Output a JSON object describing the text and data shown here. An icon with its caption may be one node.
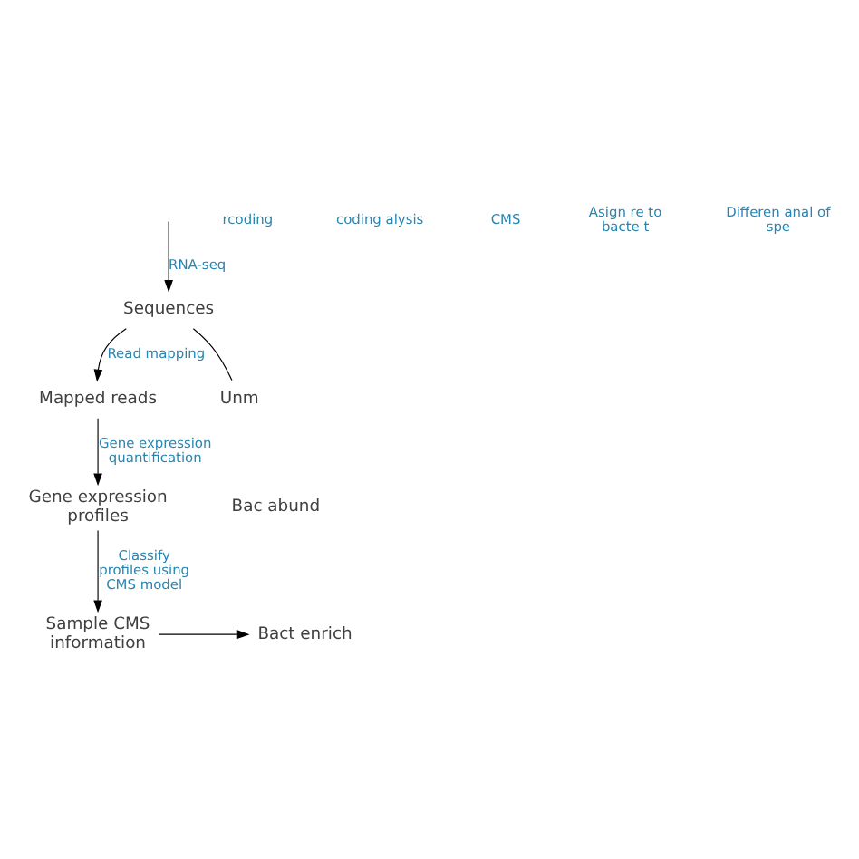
{
  "diagram": {
    "nodes": [
      {
        "text": [
          "Sequences"
        ]
      },
      {
        "text": [
          "Mapped reads"
        ]
      },
      {
        "text": [
          "Unm"
        ]
      },
      {
        "text": [
          "Gene expression profiles"
        ]
      },
      {
        "text": [
          "Bac abund"
        ]
      },
      {
        "text": [
          "Sample CMS information"
        ]
      },
      {
        "text": [
          "Bact enrich"
        ]
      }
    ],
    "edges": [
      {
        "from": null,
        "to": 0,
        "arrow": "to",
        "label": "RNA-seq"
      },
      {
        "from": 0,
        "to": 1,
        "arrow": "to",
        "label": "Read mapping"
      },
      {
        "from": 0,
        "to": 2,
        "arrow": "none"
      },
      {
        "from": 1,
        "to": 3,
        "arrow": "to",
        "label": "Gene expression quantification"
      },
      {
        "from": 3,
        "to": 5,
        "arrow": "to",
        "label": "Classify profiles using CMS model"
      },
      {
        "from": 5,
        "to": 6,
        "arrow": "to"
      }
    ],
    "labels": [
      "rcoding",
      "coding alysis",
      "CMS",
      "Asign re to bacte t",
      "Differen anal of spe"
    ]
  }
}
